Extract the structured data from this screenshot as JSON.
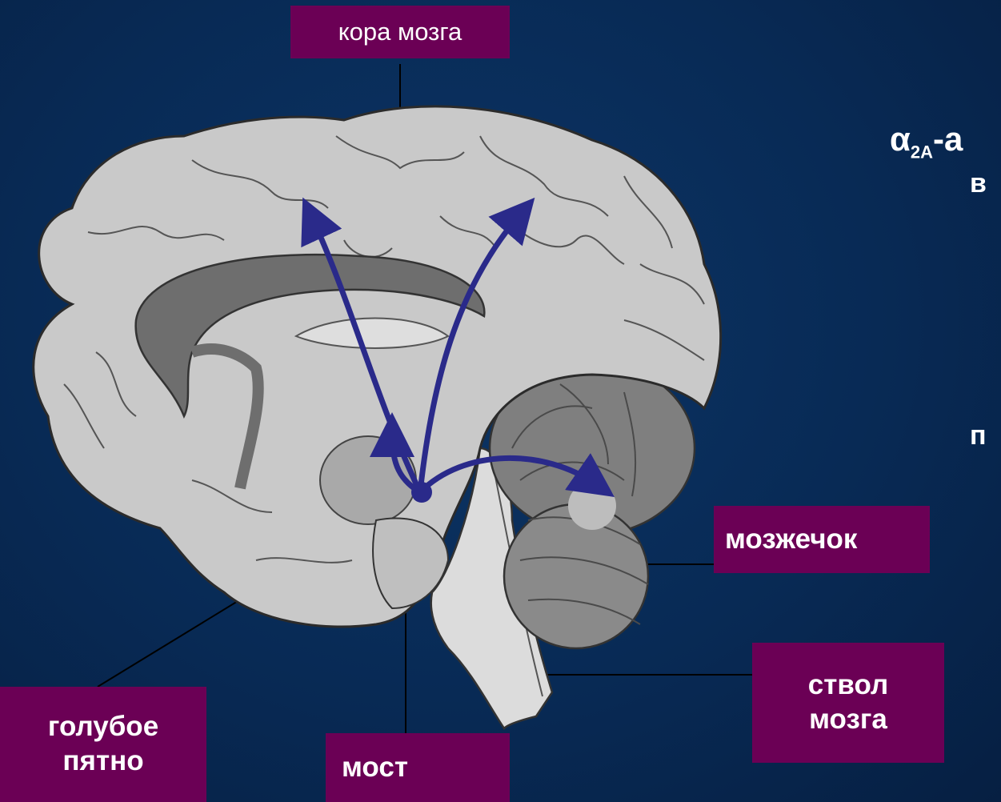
{
  "labels": {
    "cortex": "кора мозга",
    "cerebellum": "мозжечок",
    "brainstem": "ствол\nмозга",
    "locus_coeruleus": "голубое\nпятно",
    "pons": "мост"
  },
  "side_text": {
    "alpha": "α",
    "alpha_sub": "2A",
    "alpha_rest": "-а",
    "line2": "в",
    "line3": "п"
  },
  "colors": {
    "label_bg": "#6b0055",
    "arrow": "#2a2a8a",
    "brain_fill": "#c9c9c9",
    "background": "#082a55"
  }
}
